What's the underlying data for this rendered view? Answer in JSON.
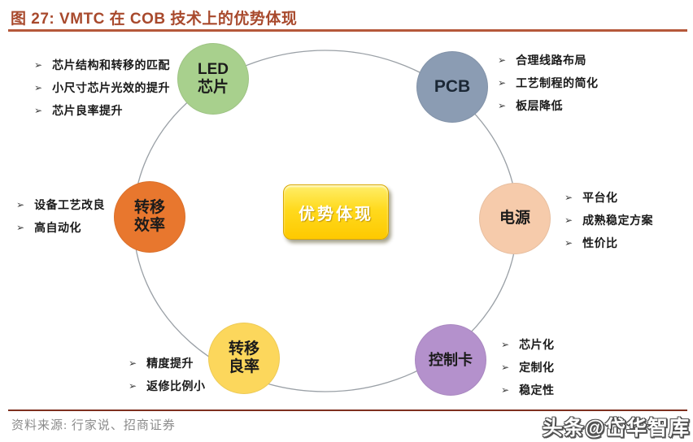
{
  "header": {
    "title": "图 27: VMTC 在 COB 技术上的优势体现"
  },
  "center": {
    "label": "优势体现",
    "fill_top": "#ffee6a",
    "fill_bottom": "#fec900",
    "text_color": "#ffffff"
  },
  "bullet_glyph": "➢",
  "ring_color": "#9aa0a6",
  "accent_title_color": "#a8492c",
  "nodes": [
    {
      "id": "led-chip",
      "label": "LED\n芯片",
      "color": "#a8d08d",
      "bullets": [
        "芯片结构和转移的匹配",
        "小尺寸芯片光效的提升",
        "芯片良率提升"
      ]
    },
    {
      "id": "pcb",
      "label": "PCB",
      "color": "#8b9cb3",
      "bullets": [
        "合理线路布局",
        "工艺制程的简化",
        "板层降低"
      ]
    },
    {
      "id": "transfer-efficiency",
      "label": "转移\n效率",
      "color": "#e8772e",
      "bullets": [
        "设备工艺改良",
        "高自动化"
      ]
    },
    {
      "id": "power-supply",
      "label": "电源",
      "color": "#f6cbab",
      "bullets": [
        "平台化",
        "成熟稳定方案",
        "性价比"
      ]
    },
    {
      "id": "transfer-yield",
      "label": "转移\n良率",
      "color": "#fcd75c",
      "bullets": [
        "精度提升",
        "返修比例小"
      ]
    },
    {
      "id": "control-card",
      "label": "控制卡",
      "color": "#b491cc",
      "bullets": [
        "芯片化",
        "定制化",
        "稳定性"
      ]
    }
  ],
  "footer": {
    "source": "资料来源: 行家说、招商证券",
    "watermark": "头条@岱华智库"
  }
}
